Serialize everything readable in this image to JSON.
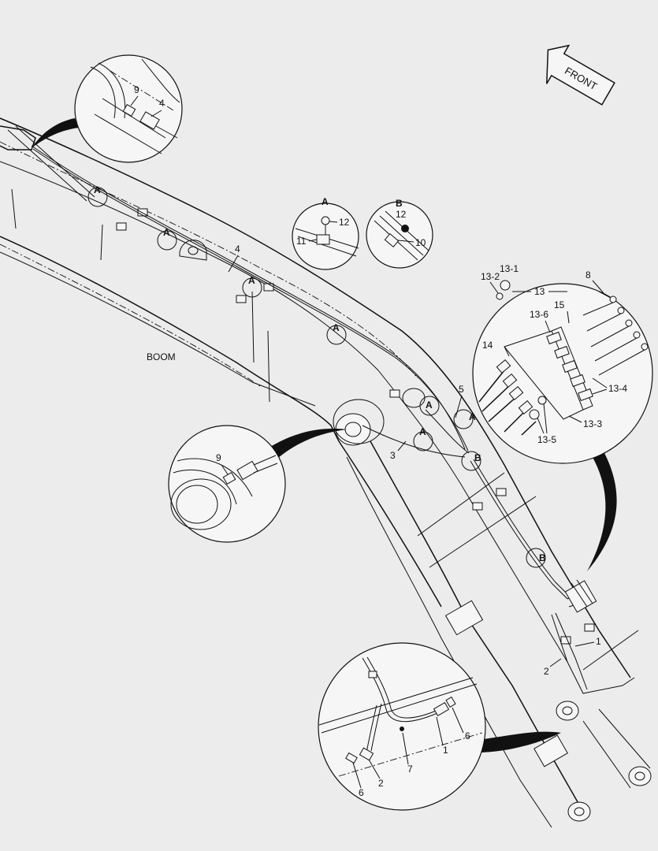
{
  "diagram": {
    "front_label": "FRONT",
    "part_label": "BOOM",
    "view_letters": {
      "a": "A",
      "b": "B"
    },
    "callouts": [
      "1",
      "2",
      "3",
      "4",
      "5",
      "6",
      "7",
      "8",
      "9",
      "10",
      "11",
      "12",
      "13",
      "13-1",
      "13-2",
      "13-3",
      "13-4",
      "13-5",
      "13-6",
      "14",
      "15"
    ]
  }
}
